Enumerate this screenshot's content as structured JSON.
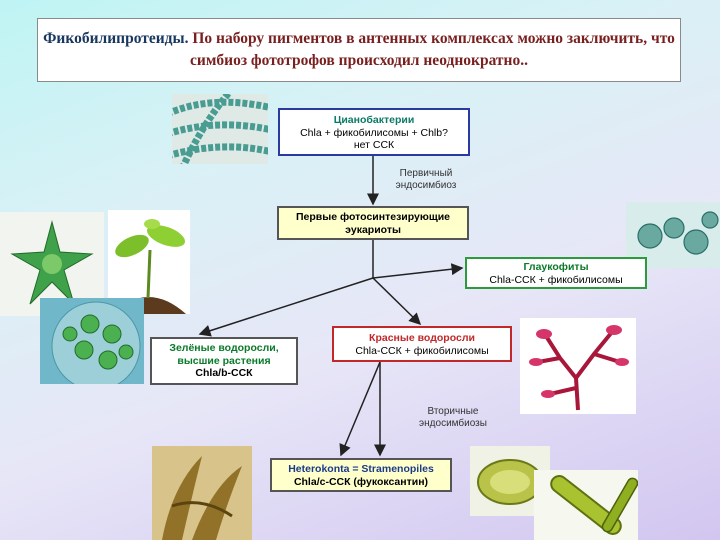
{
  "title": {
    "lead": "Фикобилипротеиды.",
    "rest": "По набору пигментов в антенных комплексах можно заключить, что симбиоз фототрофов происходил неоднократно.."
  },
  "nodes": {
    "cyano": {
      "name": "Цианобактерии",
      "line2": "Chla + фикобилисомы + Chlb?",
      "line3": "нет ССК"
    },
    "first_eukaryotes": {
      "line1": "Первые фотосинтезирующие",
      "line2": "эукариоты"
    },
    "glaucophytes": {
      "name": "Глаукофиты",
      "line2": "Chla-ССК + фикобилисомы"
    },
    "green": {
      "name": "Зелёные водоросли,",
      "line2": "высшие растения",
      "line3": "Chla/b-ССК"
    },
    "red": {
      "name": "Красные водоросли",
      "line2": "Chla-ССК + фикобилисомы"
    },
    "heterokonta": {
      "name": "Heterokonta = Stramenopiles",
      "line2": "Chla/c-ССК (фукоксантин)"
    }
  },
  "labels": {
    "primary": [
      "Первичный",
      "эндосимбиоз"
    ],
    "secondary": [
      "Вторичные",
      "эндосимбиозы"
    ]
  },
  "colors": {
    "title_lead": "#17375e",
    "title_rest": "#7a1f1f",
    "cyano_border": "#2a3aa0",
    "glauco_border": "#2c9b3c",
    "red_border": "#c0282a",
    "yellow_fill": "#ffffcc"
  }
}
